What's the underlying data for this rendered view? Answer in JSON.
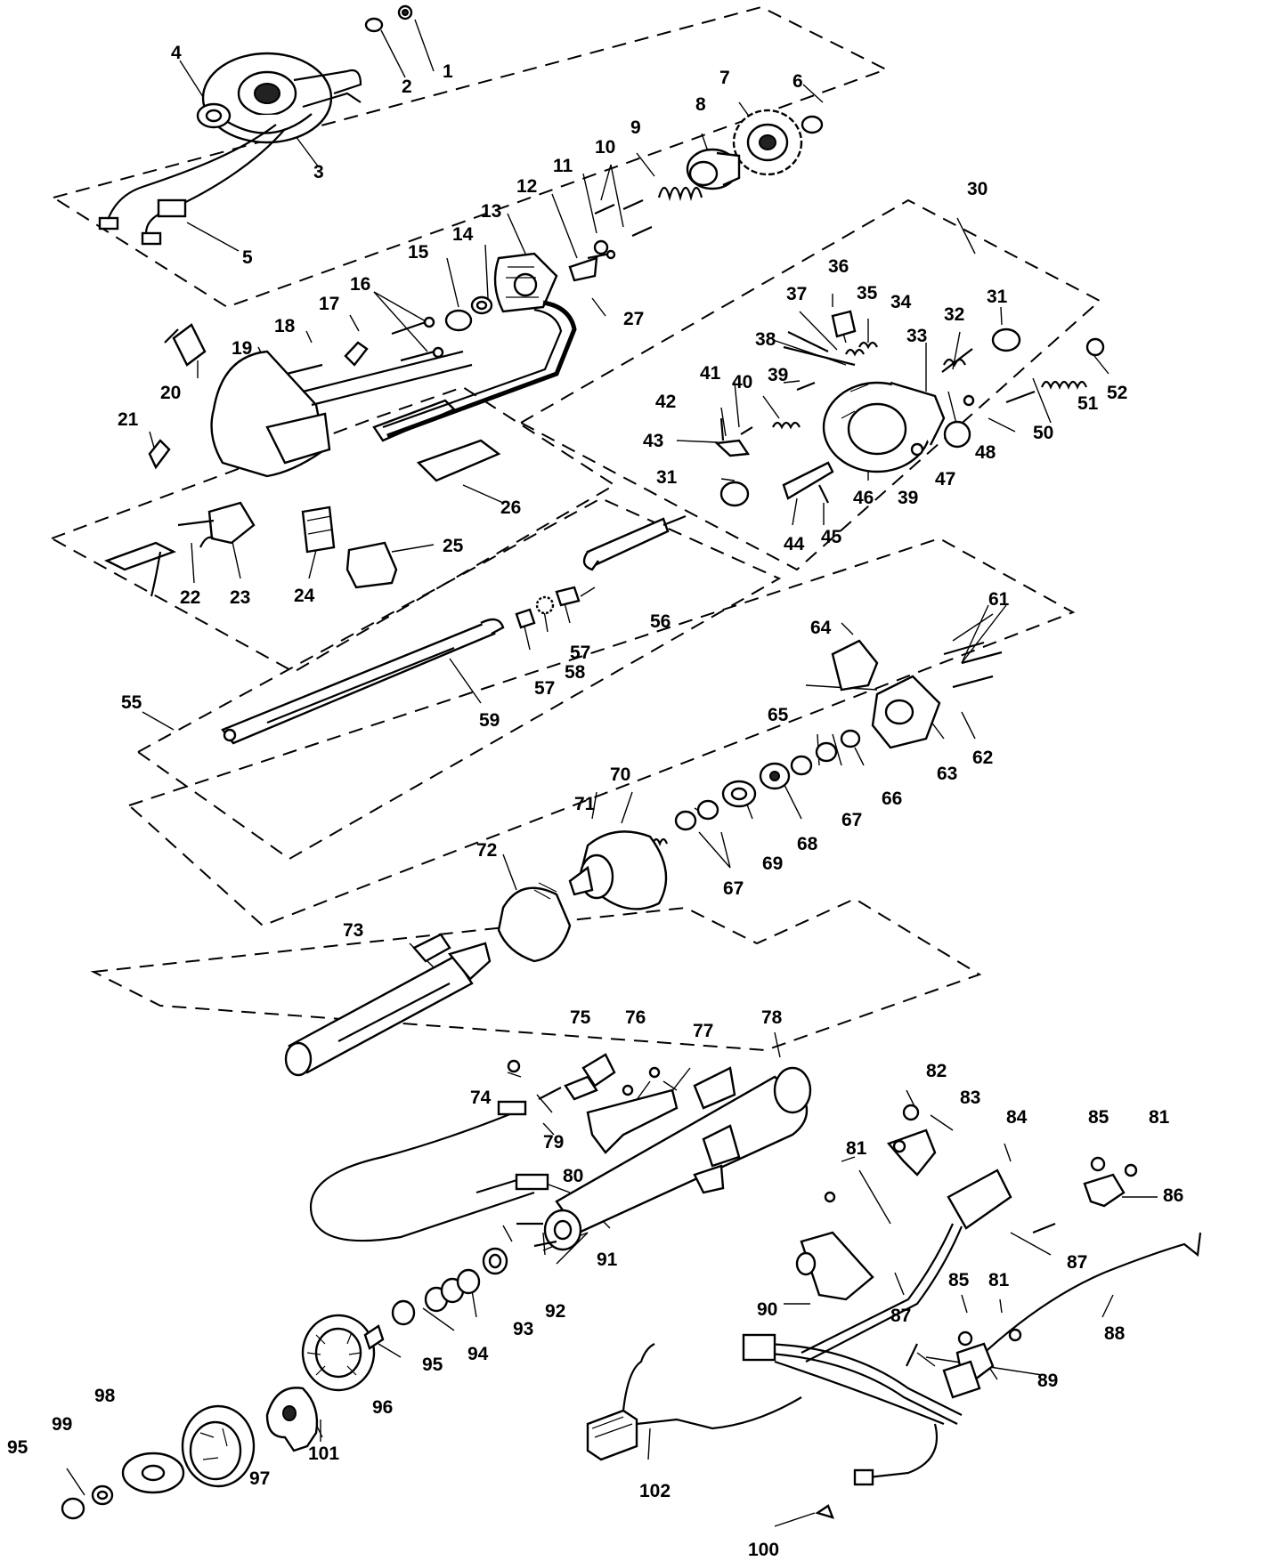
{
  "callouts": [
    {
      "id": "c1",
      "label": "1"
    },
    {
      "id": "c2",
      "label": "2"
    },
    {
      "id": "c3",
      "label": "3"
    },
    {
      "id": "c4",
      "label": "4"
    },
    {
      "id": "c5",
      "label": "5"
    },
    {
      "id": "c6",
      "label": "6"
    },
    {
      "id": "c7",
      "label": "7"
    },
    {
      "id": "c8",
      "label": "8"
    },
    {
      "id": "c9",
      "label": "9"
    },
    {
      "id": "c10",
      "label": "10"
    },
    {
      "id": "c11",
      "label": "11"
    },
    {
      "id": "c12",
      "label": "12"
    },
    {
      "id": "c13",
      "label": "13"
    },
    {
      "id": "c14",
      "label": "14"
    },
    {
      "id": "c15",
      "label": "15"
    },
    {
      "id": "c16",
      "label": "16"
    },
    {
      "id": "c17",
      "label": "17"
    },
    {
      "id": "c18",
      "label": "18"
    },
    {
      "id": "c19",
      "label": "19"
    },
    {
      "id": "c20",
      "label": "20"
    },
    {
      "id": "c21",
      "label": "21"
    },
    {
      "id": "c22",
      "label": "22"
    },
    {
      "id": "c23",
      "label": "23"
    },
    {
      "id": "c24",
      "label": "24"
    },
    {
      "id": "c25",
      "label": "25"
    },
    {
      "id": "c26",
      "label": "26"
    },
    {
      "id": "c27",
      "label": "27"
    },
    {
      "id": "c30",
      "label": "30"
    },
    {
      "id": "c31a",
      "label": "31"
    },
    {
      "id": "c31b",
      "label": "31"
    },
    {
      "id": "c32",
      "label": "32"
    },
    {
      "id": "c33",
      "label": "33"
    },
    {
      "id": "c34",
      "label": "34"
    },
    {
      "id": "c35",
      "label": "35"
    },
    {
      "id": "c36",
      "label": "36"
    },
    {
      "id": "c37",
      "label": "37"
    },
    {
      "id": "c38",
      "label": "38"
    },
    {
      "id": "c39a",
      "label": "39"
    },
    {
      "id": "c39b",
      "label": "39"
    },
    {
      "id": "c40",
      "label": "40"
    },
    {
      "id": "c41",
      "label": "41"
    },
    {
      "id": "c42",
      "label": "42"
    },
    {
      "id": "c43",
      "label": "43"
    },
    {
      "id": "c44",
      "label": "44"
    },
    {
      "id": "c45",
      "label": "45"
    },
    {
      "id": "c46",
      "label": "46"
    },
    {
      "id": "c47",
      "label": "47"
    },
    {
      "id": "c48",
      "label": "48"
    },
    {
      "id": "c50",
      "label": "50"
    },
    {
      "id": "c51",
      "label": "51"
    },
    {
      "id": "c52",
      "label": "52"
    },
    {
      "id": "c55",
      "label": "55"
    },
    {
      "id": "c56",
      "label": "56"
    },
    {
      "id": "c57a",
      "label": "57"
    },
    {
      "id": "c57b",
      "label": "57"
    },
    {
      "id": "c58",
      "label": "58"
    },
    {
      "id": "c59",
      "label": "59"
    },
    {
      "id": "c61",
      "label": "61"
    },
    {
      "id": "c62",
      "label": "62"
    },
    {
      "id": "c63",
      "label": "63"
    },
    {
      "id": "c64",
      "label": "64"
    },
    {
      "id": "c65",
      "label": "65"
    },
    {
      "id": "c66",
      "label": "66"
    },
    {
      "id": "c67a",
      "label": "67"
    },
    {
      "id": "c67b",
      "label": "67"
    },
    {
      "id": "c68",
      "label": "68"
    },
    {
      "id": "c69",
      "label": "69"
    },
    {
      "id": "c70",
      "label": "70"
    },
    {
      "id": "c71",
      "label": "71"
    },
    {
      "id": "c72",
      "label": "72"
    },
    {
      "id": "c73",
      "label": "73"
    },
    {
      "id": "c74",
      "label": "74"
    },
    {
      "id": "c75",
      "label": "75"
    },
    {
      "id": "c76",
      "label": "76"
    },
    {
      "id": "c77",
      "label": "77"
    },
    {
      "id": "c78",
      "label": "78"
    },
    {
      "id": "c79",
      "label": "79"
    },
    {
      "id": "c80",
      "label": "80"
    },
    {
      "id": "c81a",
      "label": "81"
    },
    {
      "id": "c81b",
      "label": "81"
    },
    {
      "id": "c81c",
      "label": "81"
    },
    {
      "id": "c82",
      "label": "82"
    },
    {
      "id": "c83",
      "label": "83"
    },
    {
      "id": "c84",
      "label": "84"
    },
    {
      "id": "c85a",
      "label": "85"
    },
    {
      "id": "c85b",
      "label": "85"
    },
    {
      "id": "c86",
      "label": "86"
    },
    {
      "id": "c87a",
      "label": "87"
    },
    {
      "id": "c87b",
      "label": "87"
    },
    {
      "id": "c88",
      "label": "88"
    },
    {
      "id": "c89",
      "label": "89"
    },
    {
      "id": "c90",
      "label": "90"
    },
    {
      "id": "c91",
      "label": "91"
    },
    {
      "id": "c92",
      "label": "92"
    },
    {
      "id": "c93",
      "label": "93"
    },
    {
      "id": "c94",
      "label": "94"
    },
    {
      "id": "c95a",
      "label": "95"
    },
    {
      "id": "c95b",
      "label": "95"
    },
    {
      "id": "c96",
      "label": "96"
    },
    {
      "id": "c97",
      "label": "97"
    },
    {
      "id": "c98",
      "label": "98"
    },
    {
      "id": "c99",
      "label": "99"
    },
    {
      "id": "c100",
      "label": "100"
    },
    {
      "id": "c101",
      "label": "101"
    },
    {
      "id": "c102",
      "label": "102"
    }
  ]
}
